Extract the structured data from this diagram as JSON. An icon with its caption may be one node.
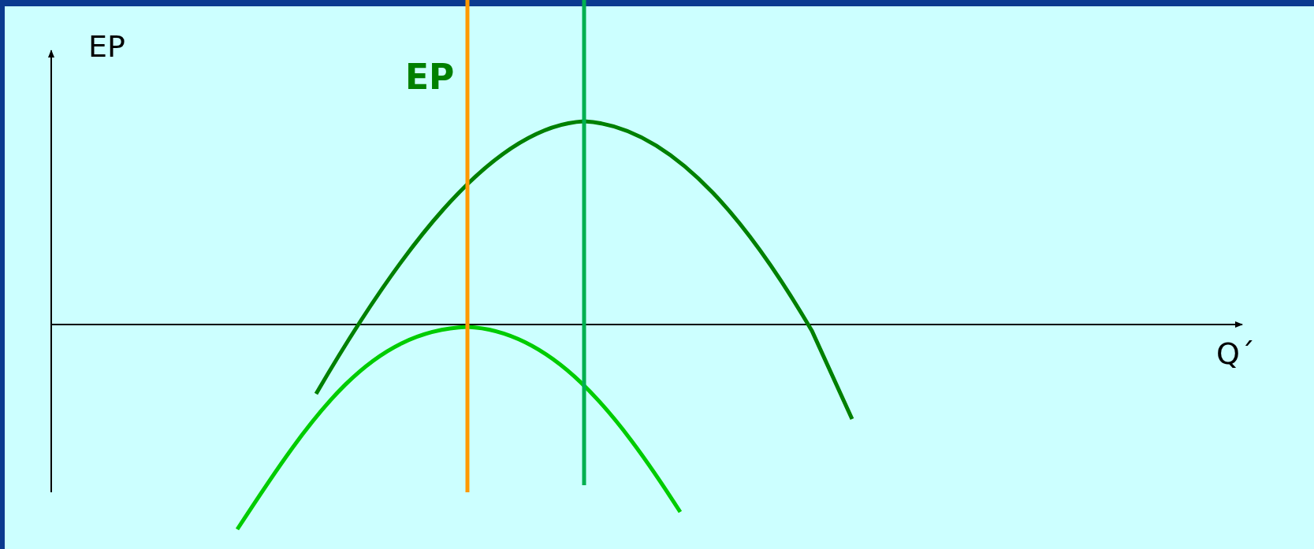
{
  "diagram": {
    "labels": [
      "EP",
      "EP",
      "Q´"
    ]
  }
}
